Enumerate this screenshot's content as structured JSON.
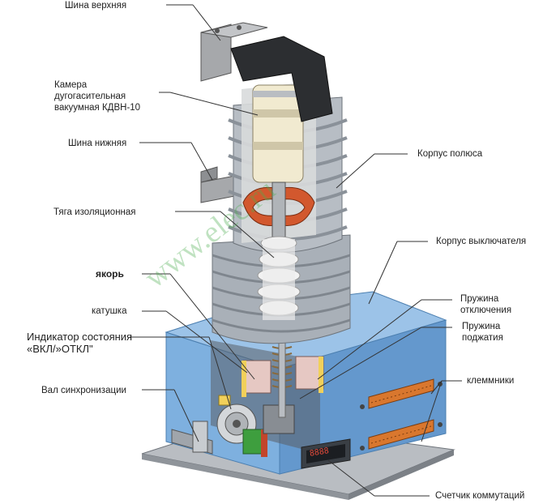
{
  "labels": {
    "shina_verkhnyaya": "Шина верхняя",
    "kamera": "Камера\nдугогасительная\nвакуумная КДВН-10",
    "shina_nizhnyaya": "Шина нижняя",
    "tyaga": "Тяга изоляционная",
    "yakor": "якорь",
    "katushka": "катушка",
    "indikator": "Индикатор состояния\n«ВКЛ/»ОТКЛ\"",
    "val": "Вал синхронизации",
    "korpus_polyusa": "Корпус полюса",
    "korpus_vyklyuchatelya": "Корпус выключателя",
    "pruzhina_otkl": "Пружина\nотключения",
    "pruzhina_podzh": "Пружина\nподжатия",
    "klemmniki": "клеммники",
    "schetchik": "Счетчик коммутаций"
  },
  "counter_display": "8888",
  "watermark": "www.elec.ru",
  "colors": {
    "housing_blue": "#6fa3d6",
    "insulator_gray": "#a9b0b8",
    "chamber_cream": "#f1ead0",
    "bus_gray": "#8e8e8e",
    "terminal_orange": "#d9772e",
    "accent_red": "#c2452b",
    "indicator_green": "#3e9e3e"
  }
}
